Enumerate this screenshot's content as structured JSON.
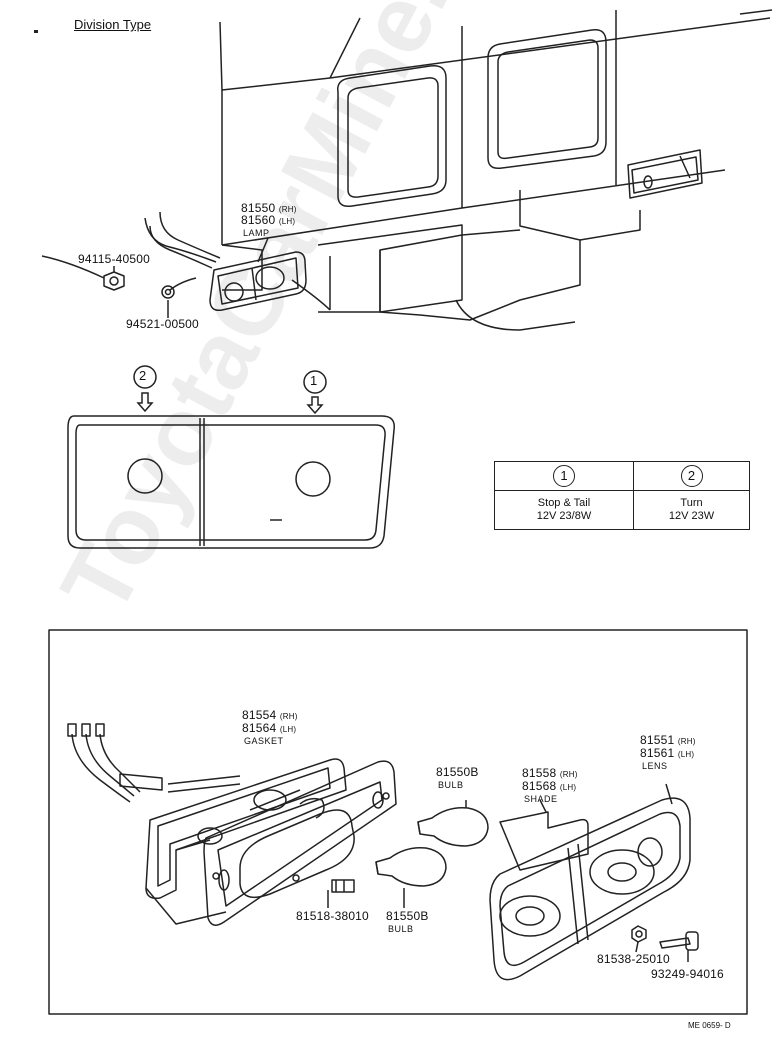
{
  "section_title": "Division Type",
  "top_parts": {
    "lamp": {
      "part_rh": "81550",
      "side_rh": "(RH)",
      "part_lh": "81560",
      "side_lh": "(LH)",
      "name": "LAMP"
    },
    "nut": "94115-40500",
    "washer": "94521-00500"
  },
  "lamp_diagram": {
    "marker_left": "2",
    "marker_right": "1"
  },
  "spec_table": {
    "columns": [
      {
        "marker": "1",
        "function": "Stop & Tail",
        "rating": "12V 23/8W"
      },
      {
        "marker": "2",
        "function": "Turn",
        "rating": "12V 23W"
      }
    ]
  },
  "exploded_parts": {
    "gasket": {
      "part_rh": "81554",
      "side_rh": "(RH)",
      "part_lh": "81564",
      "side_lh": "(LH)",
      "name": "GASKET"
    },
    "bulb_upper": {
      "part": "81550B",
      "name": "BULB"
    },
    "shade": {
      "part_rh": "81558",
      "side_rh": "(RH)",
      "part_lh": "81568",
      "side_lh": "(LH)",
      "name": "SHADE"
    },
    "lens": {
      "part_rh": "81551",
      "side_rh": "(RH)",
      "part_lh": "81561",
      "side_lh": "(LH)",
      "name": "LENS"
    },
    "clip": "81518-38010",
    "bulb_lower": {
      "part": "81550B",
      "name": "BULB"
    },
    "nut": "81538-25010",
    "screw": "93249-94016"
  },
  "figure_code": "ME 0659- D",
  "watermark": "ToyotaCarMine.ru"
}
